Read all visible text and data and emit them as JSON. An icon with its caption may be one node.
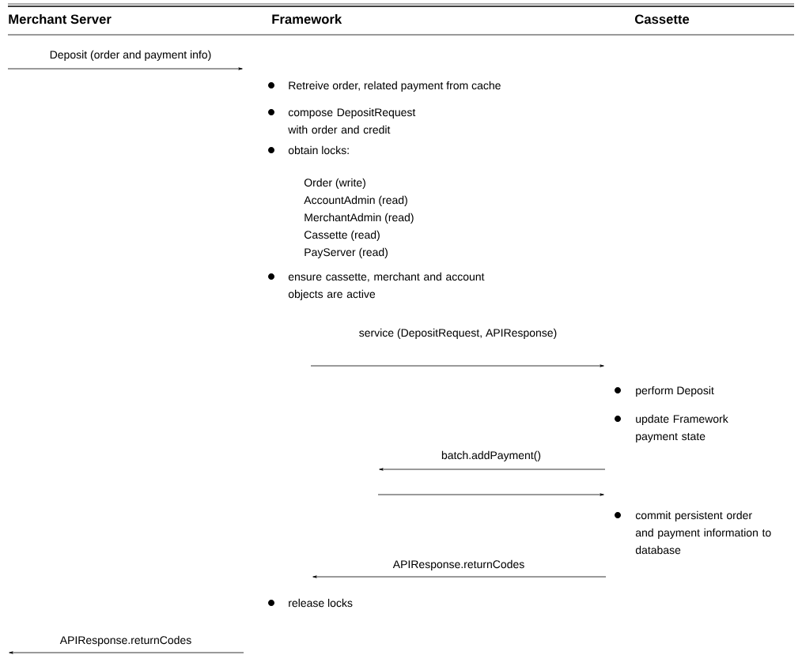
{
  "diagram": {
    "nodes": [
      {
        "text": [
          "Merchant Server"
        ]
      },
      {
        "text": [
          "Framework"
        ]
      },
      {
        "text": [
          "Cassette"
        ]
      }
    ],
    "labels": [
      "Deposit (order and payment info)",
      "Retreive order, related payment from cache",
      "compose DepositRequest with order and credit",
      "obtain locks:",
      "Order (write)",
      "AccountAdmin (read)",
      "MerchantAdmin (read)",
      "Cassette (read)",
      "PayServer (read)",
      "ensure cassette, merchant and account objects are active",
      "service (DepositRequest, APIResponse)",
      "perform Deposit",
      "update Framework payment state",
      "batch.addPayment()",
      "commit persistent order and payment information to database",
      "APIResponse.returnCodes",
      "release locks",
      "APIResponse.returnCodes"
    ]
  }
}
